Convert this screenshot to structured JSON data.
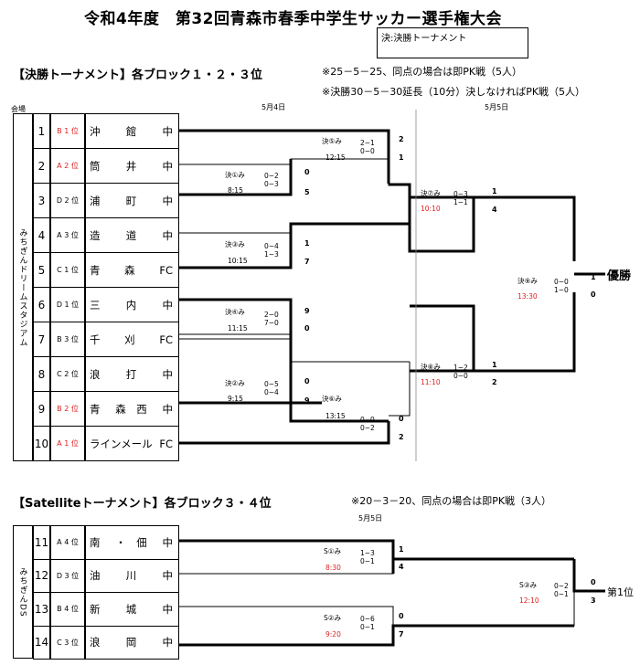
{
  "title": "令和4年度　第32回青森市春季中学生サッカー選手権大会",
  "legend_box": "決:決勝トーナメント",
  "main": {
    "heading": "【決勝トーナメント】各ブロック１・２・３位",
    "note1": "※25－5－25、同点の場合は即PK戦（5人）",
    "note2": "※決勝30－5－30延長（10分）決しなければPK戦（5人）",
    "venue_label": "会場",
    "venue": "みちぎんドリームスタジアム",
    "date1": "5月4日",
    "date2": "5月5日",
    "teams": [
      {
        "num": "1",
        "rank": "B 1 位",
        "rank_red": true,
        "name_a": "沖",
        "name_b": "館",
        "name_c": "中"
      },
      {
        "num": "2",
        "rank": "A 2 位",
        "rank_red": true,
        "name_a": "筒",
        "name_b": "井",
        "name_c": "中"
      },
      {
        "num": "3",
        "rank": "D 2 位",
        "rank_red": false,
        "name_a": "浦",
        "name_b": "町",
        "name_c": "中"
      },
      {
        "num": "4",
        "rank": "A 3 位",
        "rank_red": false,
        "name_a": "造",
        "name_b": "道",
        "name_c": "中"
      },
      {
        "num": "5",
        "rank": "C 1 位",
        "rank_red": false,
        "name_a": "青",
        "name_b": "森",
        "name_c": "FC"
      },
      {
        "num": "6",
        "rank": "D 1 位",
        "rank_red": false,
        "name_a": "三",
        "name_b": "内",
        "name_c": "中"
      },
      {
        "num": "7",
        "rank": "B 3 位",
        "rank_red": false,
        "name_a": "千",
        "name_b": "刈",
        "name_c": "FC"
      },
      {
        "num": "8",
        "rank": "C 2 位",
        "rank_red": false,
        "name_a": "浪",
        "name_b": "打",
        "name_c": "中"
      },
      {
        "num": "9",
        "rank": "B 2 位",
        "rank_red": true,
        "name_a": "青",
        "name_b": "森　西",
        "name_c": "中"
      },
      {
        "num": "10",
        "rank": "A 1 位",
        "rank_red": true,
        "name_a": "ラインメール",
        "name_b": "",
        "name_c": "FC"
      }
    ],
    "matches": {
      "m1": {
        "label": "決①み",
        "time": "8:15",
        "s1": "0−2",
        "s2": "0−3",
        "top": "0",
        "bot": "5"
      },
      "m2": {
        "label": "決②み",
        "time": "9:15",
        "s1": "0−5",
        "s2": "0−4",
        "top": "0",
        "bot": "9"
      },
      "m3": {
        "label": "決③み",
        "time": "10:15",
        "s1": "0−4",
        "s2": "1−3",
        "top": "1",
        "bot": "7"
      },
      "m4": {
        "label": "決④み",
        "time": "11:15",
        "s1": "2−0",
        "s2": "7−0",
        "top": "9",
        "bot": "0"
      },
      "m5": {
        "label": "決⑤み",
        "time": "12:15",
        "s1": "2−1",
        "s2": "0−0",
        "top": "2",
        "bot": "1"
      },
      "m6": {
        "label": "決⑥み",
        "time": "13:15",
        "s1": "0−0",
        "s2": "0−2",
        "top": "0",
        "bot": "2"
      },
      "m7": {
        "label": "決⑦み",
        "time": "10:10",
        "s1": "0−3",
        "s2": "1−1",
        "top": "1",
        "bot": "4"
      },
      "m8": {
        "label": "決⑧み",
        "time": "11:10",
        "s1": "1−2",
        "s2": "0−0",
        "top": "1",
        "bot": "2"
      },
      "m9": {
        "label": "決⑨み",
        "time": "13:30",
        "s1": "0−0",
        "s2": "1−0",
        "top": "1",
        "bot": "0"
      }
    },
    "winner_label": "優勝"
  },
  "sat": {
    "heading": "【Satelliteトーナメント】各ブロック３・４位",
    "note": "※20－3－20、同点の場合は即PK戦（3人）",
    "date": "5月5日",
    "venue": "みちぎんDS",
    "teams": [
      {
        "num": "11",
        "rank": "A 4 位",
        "name_a": "南",
        "name_b": "・　佃",
        "name_c": "中"
      },
      {
        "num": "12",
        "rank": "D 3 位",
        "name_a": "油",
        "name_b": "川",
        "name_c": "中"
      },
      {
        "num": "13",
        "rank": "B 4 位",
        "name_a": "新",
        "name_b": "城",
        "name_c": "中"
      },
      {
        "num": "14",
        "rank": "C 3 位",
        "name_a": "浪",
        "name_b": "岡",
        "name_c": "中"
      }
    ],
    "matches": {
      "s1": {
        "label": "S①み",
        "time": "8:30",
        "s1": "1−3",
        "s2": "0−1",
        "top": "1",
        "bot": "4"
      },
      "s2": {
        "label": "S②み",
        "time": "9:20",
        "s1": "0−6",
        "s2": "0−1",
        "top": "0",
        "bot": "7"
      },
      "s3": {
        "label": "S③み",
        "time": "12:10",
        "s1": "0−2",
        "s2": "0−1",
        "top": "0",
        "bot": "3"
      }
    },
    "winner_label": "第1位"
  },
  "colors": {
    "accent_red": "#e02020",
    "line": "#000000"
  }
}
